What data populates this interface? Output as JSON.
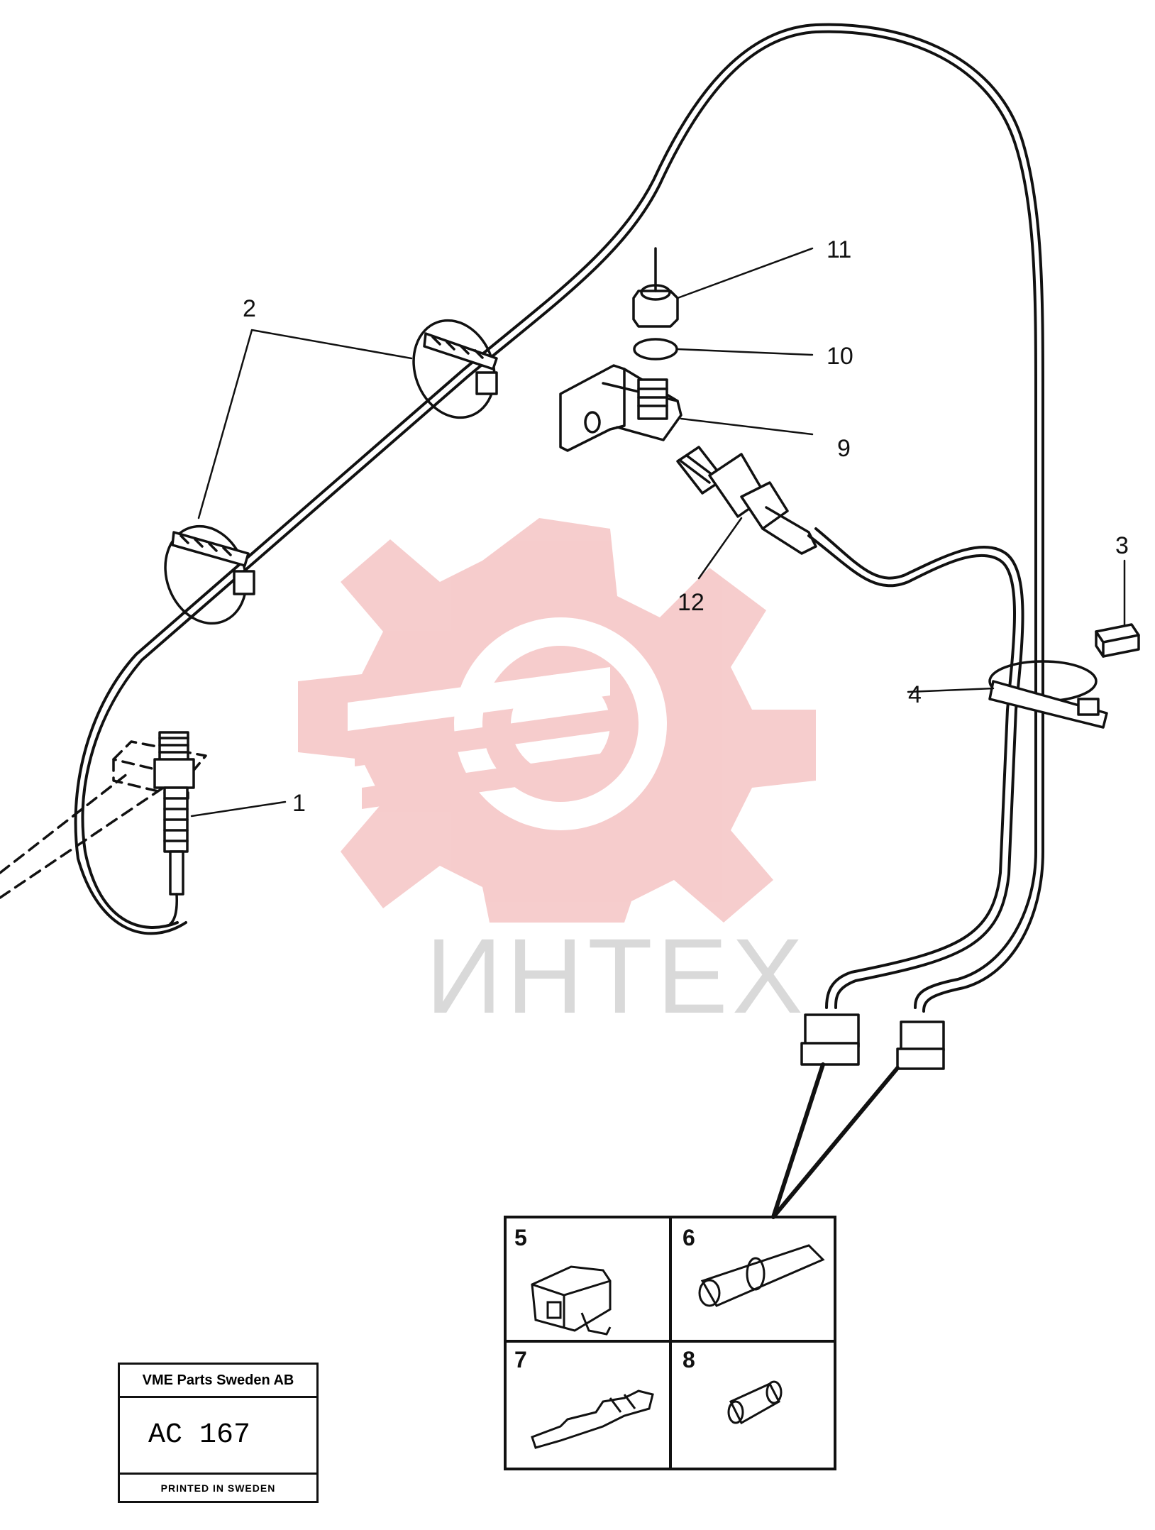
{
  "callouts": {
    "c1": "1",
    "c2": "2",
    "c3": "3",
    "c4": "4",
    "c9": "9",
    "c10": "10",
    "c11": "11",
    "c12": "12"
  },
  "panels": {
    "p5": "5",
    "p6": "6",
    "p7": "7",
    "p8": "8"
  },
  "watermark": {
    "text": "ИНТЕХ",
    "color": "#f2b8b8"
  },
  "stamp": {
    "company": "VME Parts Sweden AB",
    "code": "AC 167",
    "printed": "PRINTED IN SWEDEN"
  }
}
